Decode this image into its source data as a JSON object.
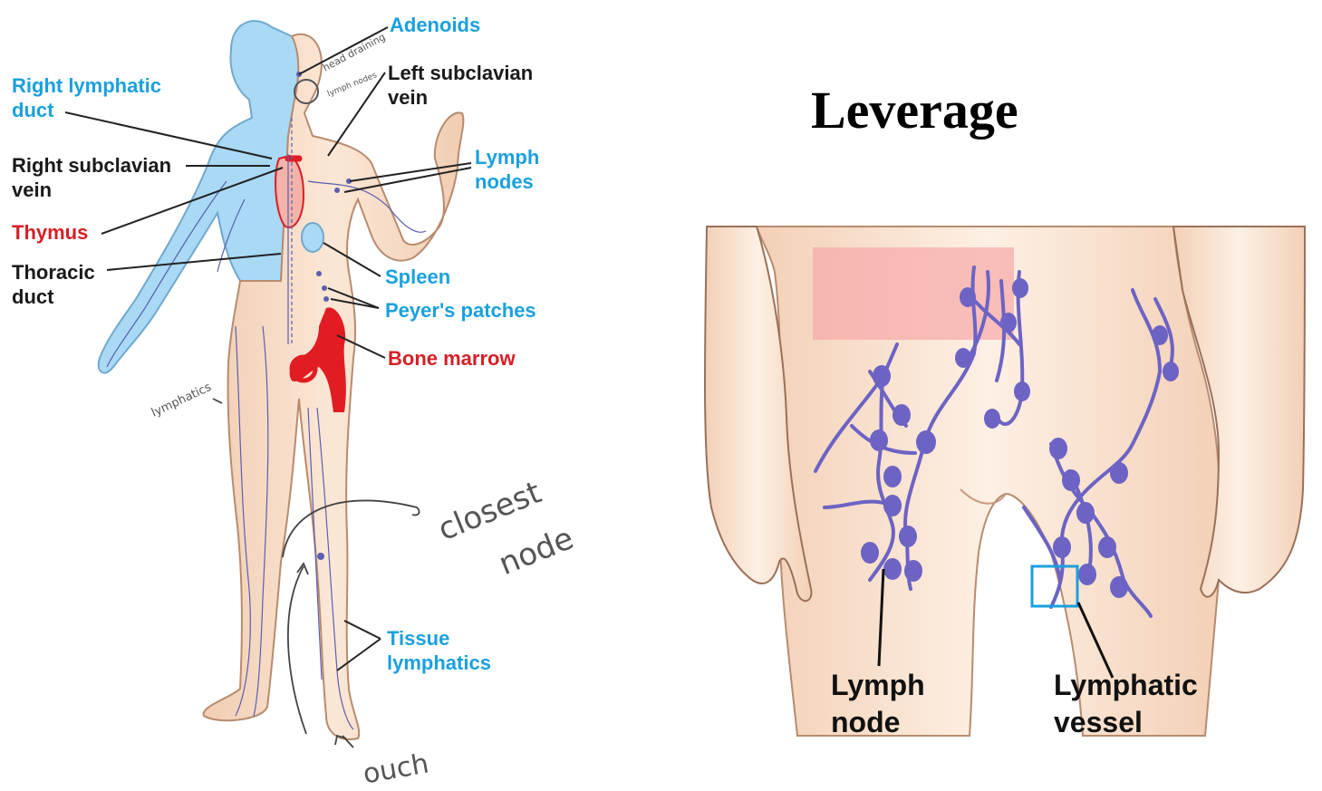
{
  "title": "Leverage",
  "left_diagram": {
    "labels": {
      "adenoids": "Adenoids",
      "left_subclavian_vein_1": "Left subclavian",
      "left_subclavian_vein_2": "vein",
      "right_lymphatic_duct_1": "Right lymphatic",
      "right_lymphatic_duct_2": "duct",
      "right_subclavian_vein_1": "Right subclavian",
      "right_subclavian_vein_2": "vein",
      "thymus": "Thymus",
      "thoracic_duct_1": "Thoracic",
      "thoracic_duct_2": "duct",
      "lymph_nodes_1": "Lymph",
      "lymph_nodes_2": "nodes",
      "spleen": "Spleen",
      "peyers_patches": "Peyer's patches",
      "bone_marrow": "Bone marrow",
      "tissue_lymphatics_1": "Tissue",
      "tissue_lymphatics_2": "lymphatics"
    },
    "handwritten": {
      "head_draining_1": "head draining",
      "head_draining_2": "lymph nodes",
      "lymphatics": "lymphatics",
      "closest_1": "closest",
      "closest_2": "node",
      "ouch": "ouch"
    }
  },
  "right_diagram": {
    "labels": {
      "lymph_node_1": "Lymph",
      "lymph_node_2": "node",
      "lymphatic_vessel_1": "Lymphatic",
      "lymphatic_vessel_2": "vessel"
    }
  },
  "colors": {
    "blue_label": "#1aa0de",
    "red_label": "#d61f26",
    "skin": "#f6d9c2",
    "lymph_blue": "#9fd3f2",
    "node_purple": "#6c63c4",
    "highlight": "#f7b3b3"
  }
}
